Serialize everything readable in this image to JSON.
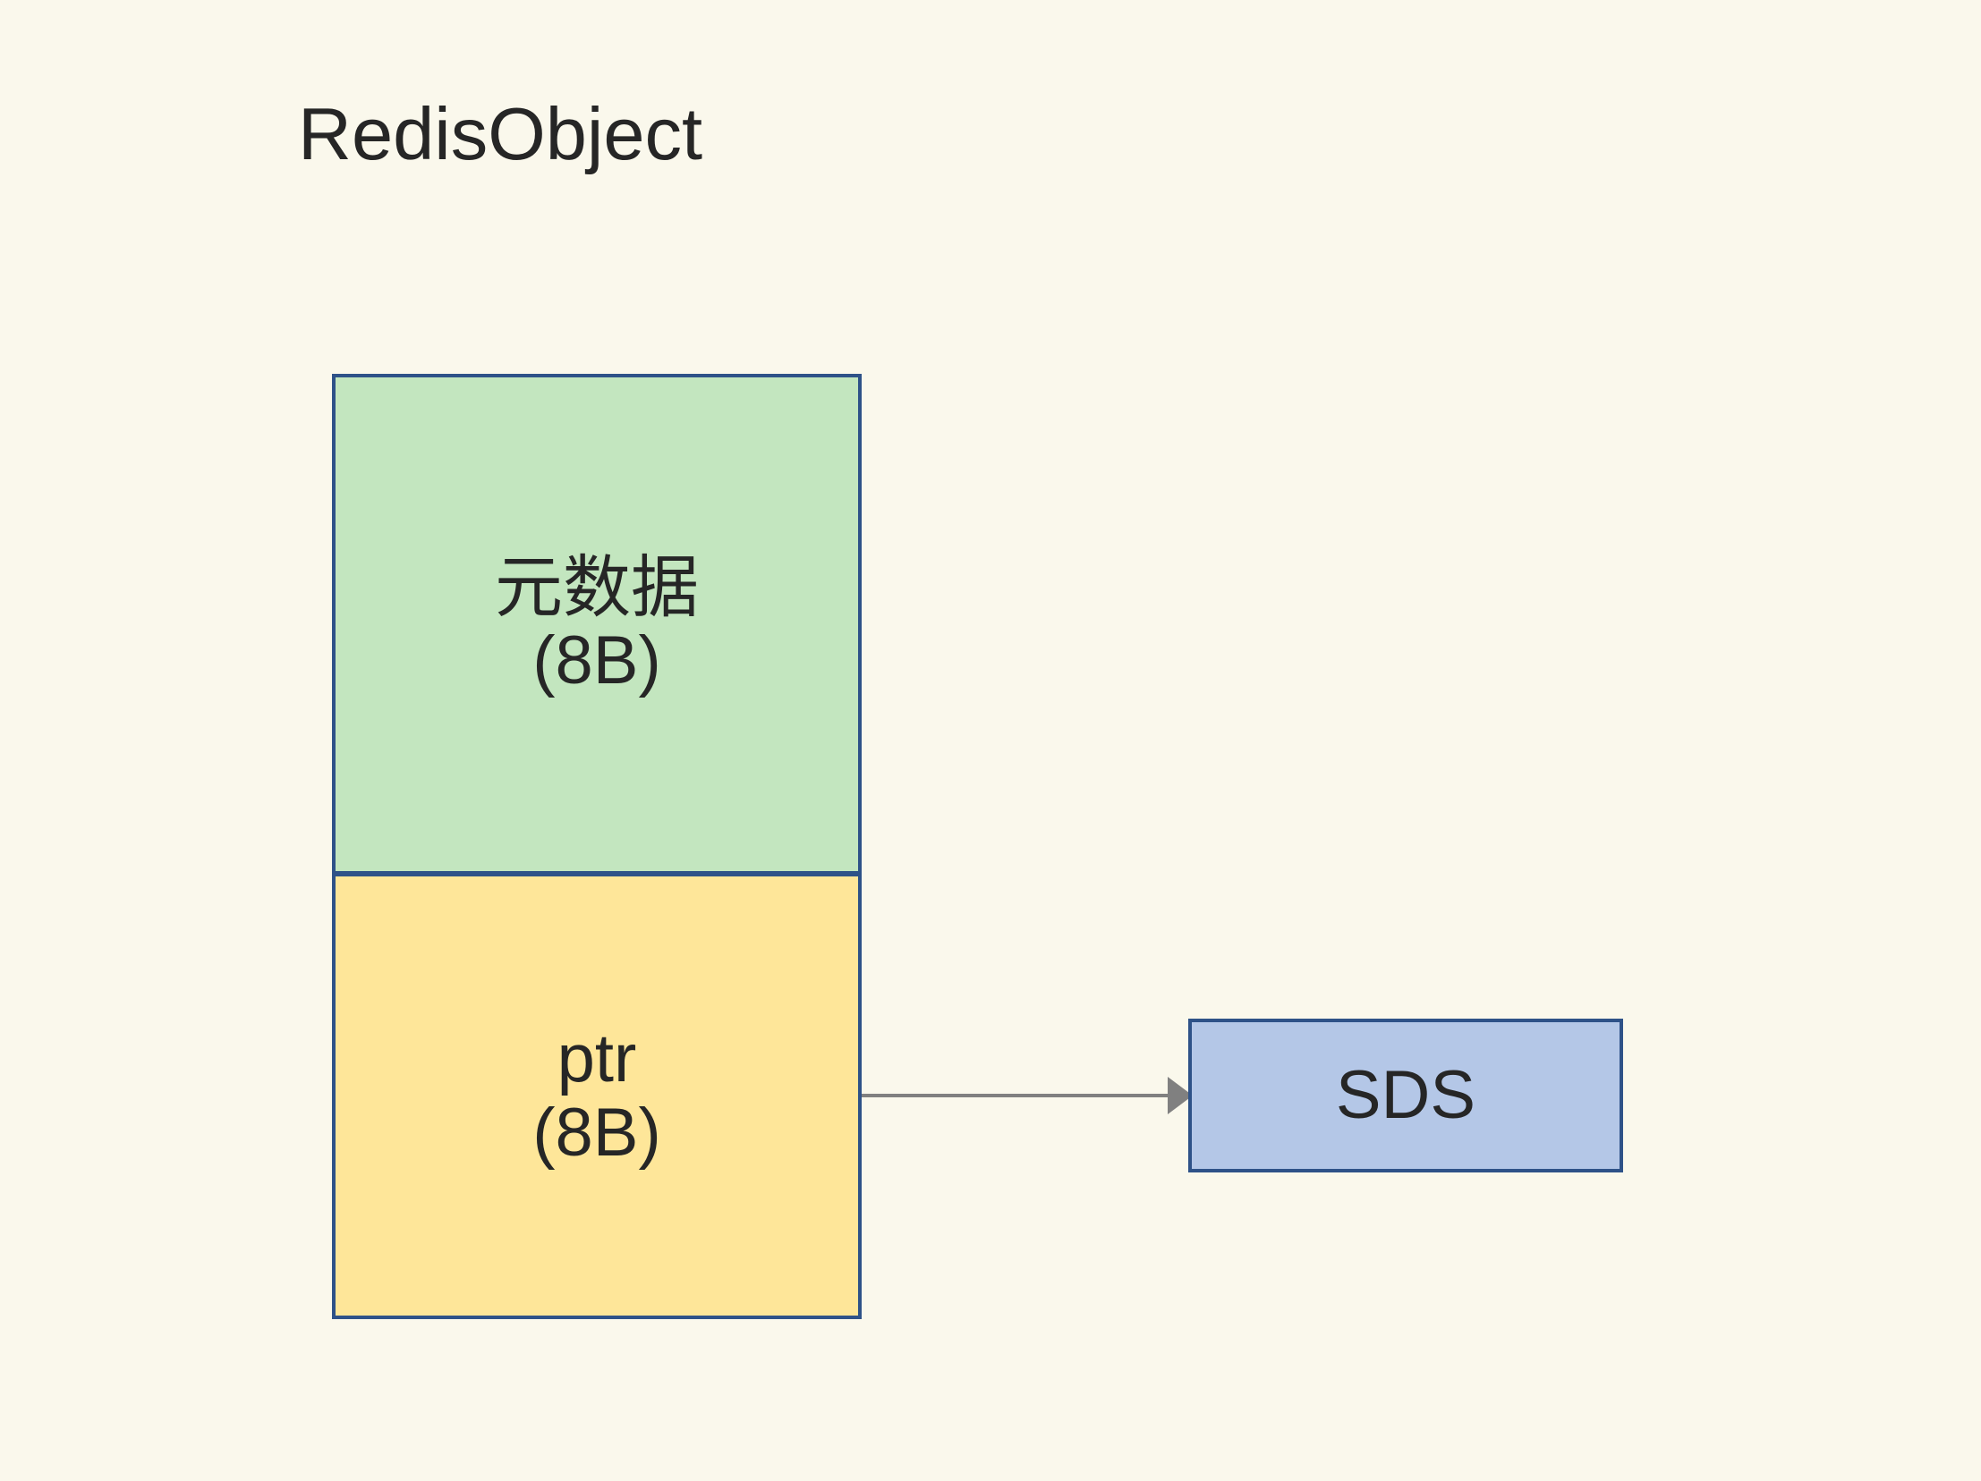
{
  "diagram": {
    "title": "RedisObject",
    "background_color": "#faf8ec",
    "border_color": "#2e5288",
    "text_color": "#262626",
    "arrow_color": "#808080",
    "nodes": [
      {
        "id": "metadata",
        "line1": "元数据",
        "line2": "(8B)",
        "fill": "#c3e6bf"
      },
      {
        "id": "ptr",
        "line1": "ptr",
        "line2": "(8B)",
        "fill": "#fee699"
      },
      {
        "id": "sds",
        "label": "SDS",
        "fill": "#b4c7e7"
      }
    ],
    "edges": [
      {
        "id": "ptr-to-sds",
        "from": "ptr",
        "to": "sds",
        "label": ""
      }
    ]
  }
}
